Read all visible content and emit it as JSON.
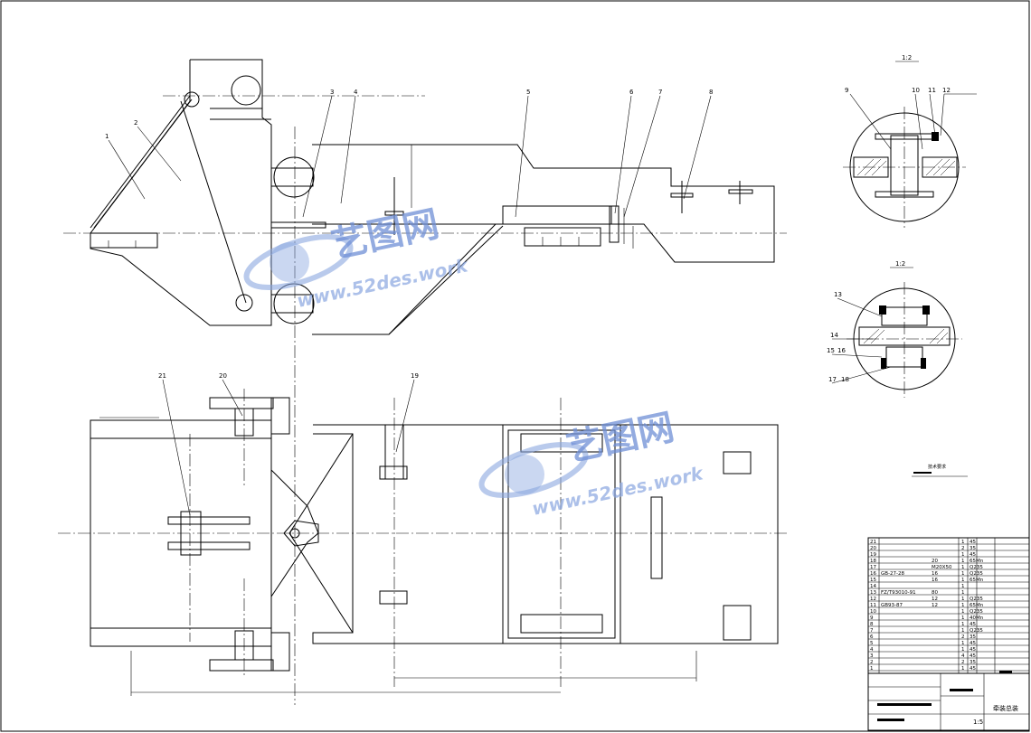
{
  "drawing": {
    "scale_a": "1:2",
    "scale_b": "1:2",
    "part_numbers_top": [
      "1",
      "2",
      "3",
      "4",
      "5",
      "6",
      "7",
      "8"
    ],
    "part_numbers_detail_a": [
      "9",
      "10",
      "11",
      "12"
    ],
    "part_numbers_detail_b": [
      "13",
      "14",
      "15",
      "16",
      "17",
      "18"
    ],
    "part_numbers_plan": [
      "19",
      "20",
      "21"
    ]
  },
  "watermark": {
    "brand": "艺图网",
    "url": "www.52des.work"
  },
  "bom": {
    "rows": [
      {
        "no": "21",
        "code": "",
        "name": "",
        "qty": "1",
        "material": "45"
      },
      {
        "no": "20",
        "code": "",
        "name": "",
        "qty": "2",
        "material": "35"
      },
      {
        "no": "19",
        "code": "",
        "name": "",
        "qty": "1",
        "material": "45"
      },
      {
        "no": "18",
        "code": "",
        "name": "20",
        "qty": "1",
        "material": "65Mn"
      },
      {
        "no": "17",
        "code": "",
        "name": "M20X50",
        "qty": "1",
        "material": "Q235"
      },
      {
        "no": "16",
        "code": "GB-27-28",
        "name": "16",
        "qty": "1",
        "material": "Q235"
      },
      {
        "no": "15",
        "code": "",
        "name": "16",
        "qty": "1",
        "material": "65Mn"
      },
      {
        "no": "14",
        "code": "",
        "name": "",
        "qty": "1",
        "material": ""
      },
      {
        "no": "13",
        "code": "FZ/T93010-91",
        "name": "80",
        "qty": "1",
        "material": ""
      },
      {
        "no": "12",
        "code": "",
        "name": "12",
        "qty": "1",
        "material": "Q235"
      },
      {
        "no": "11",
        "code": "GB93-87",
        "name": "12",
        "qty": "1",
        "material": "65Mn"
      },
      {
        "no": "10",
        "code": "",
        "name": "",
        "qty": "1",
        "material": "Q235"
      },
      {
        "no": "9",
        "code": "",
        "name": "",
        "qty": "1",
        "material": "40Mn"
      },
      {
        "no": "8",
        "code": "",
        "name": "",
        "qty": "1",
        "material": "45"
      },
      {
        "no": "7",
        "code": "",
        "name": "",
        "qty": "1",
        "material": "Q235"
      },
      {
        "no": "6",
        "code": "",
        "name": "",
        "qty": "2",
        "material": "35"
      },
      {
        "no": "5",
        "code": "",
        "name": "",
        "qty": "1",
        "material": "45"
      },
      {
        "no": "4",
        "code": "",
        "name": "",
        "qty": "1",
        "material": "45"
      },
      {
        "no": "3",
        "code": "",
        "name": "",
        "qty": "4",
        "material": "45"
      },
      {
        "no": "2",
        "code": "",
        "name": "",
        "qty": "2",
        "material": "35"
      },
      {
        "no": "1",
        "code": "",
        "name": "",
        "qty": "1",
        "material": "45"
      }
    ]
  },
  "title_block": {
    "title": "牵装总装",
    "scale": "1:5",
    "tech_req_title": "技术要求"
  }
}
